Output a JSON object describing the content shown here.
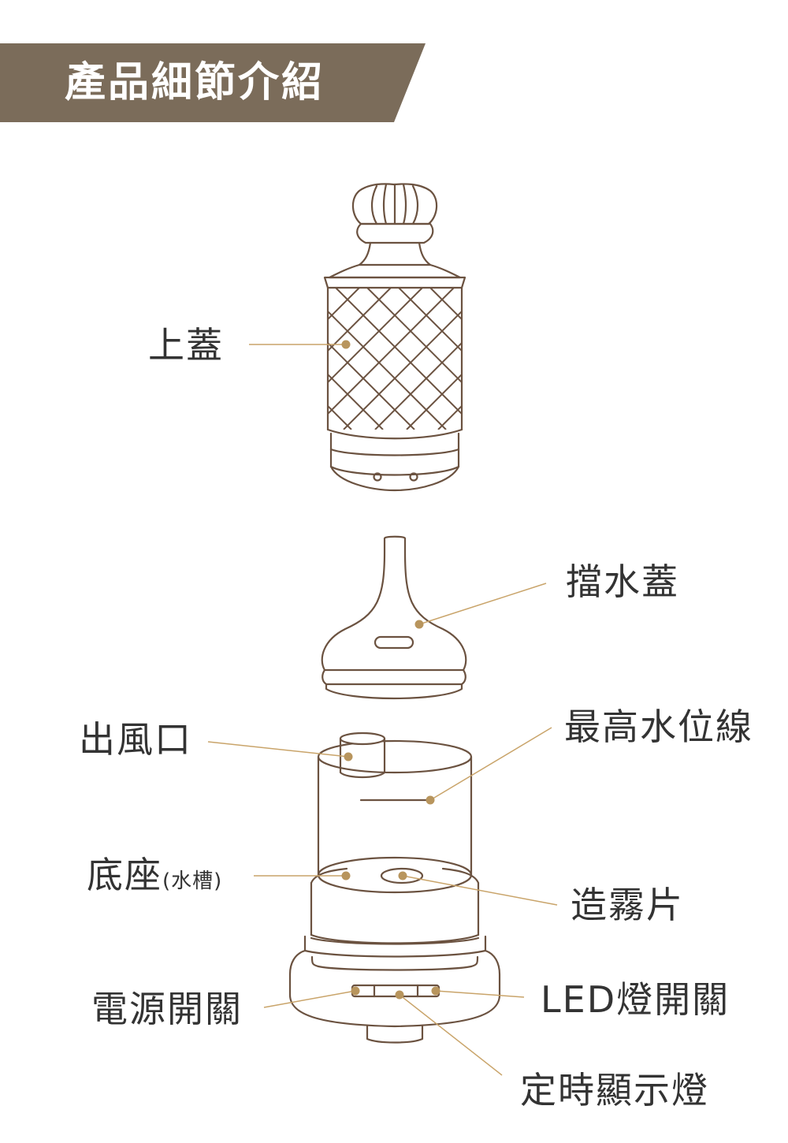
{
  "header": {
    "title": "產品細節介紹"
  },
  "labels": {
    "top_lid": "上蓋",
    "water_cover": "擋水蓋",
    "air_outlet": "出風口",
    "max_water_line": "最高水位線",
    "base": "底座",
    "base_note": "(水槽)",
    "atomizer": "造霧片",
    "power_switch": "電源開關",
    "led_switch": "LED燈開關",
    "timer_indicator": "定時顯示燈"
  },
  "colors": {
    "banner": "#7b6c5a",
    "outline": "#6b5240",
    "leader": "#c9a46a",
    "dot": "#b8955d",
    "text": "#333333"
  }
}
